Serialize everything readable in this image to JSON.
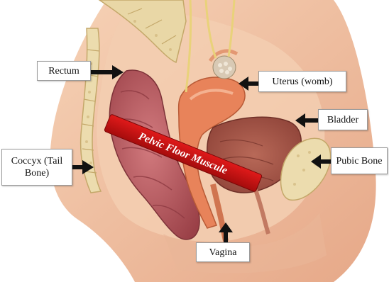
{
  "labels": {
    "rectum": "Rectum",
    "uterus": "Uterus (womb)",
    "bladder": "Bladder",
    "pubic_bone": "Pubic Bone",
    "coccyx": "Coccyx (Tail\nBone)",
    "vagina": "Vagina"
  },
  "muscle_band": {
    "text": "Pelvic Floor Muscule",
    "color": "#c41212"
  },
  "colors": {
    "skin": "#f2c3a3",
    "skin_dark": "#d48f72",
    "bone": "#ecdcae",
    "rectum": "#b95a60",
    "uterus": "#e8835a",
    "bladder": "#a8574c",
    "nerve": "#e9d27a"
  }
}
